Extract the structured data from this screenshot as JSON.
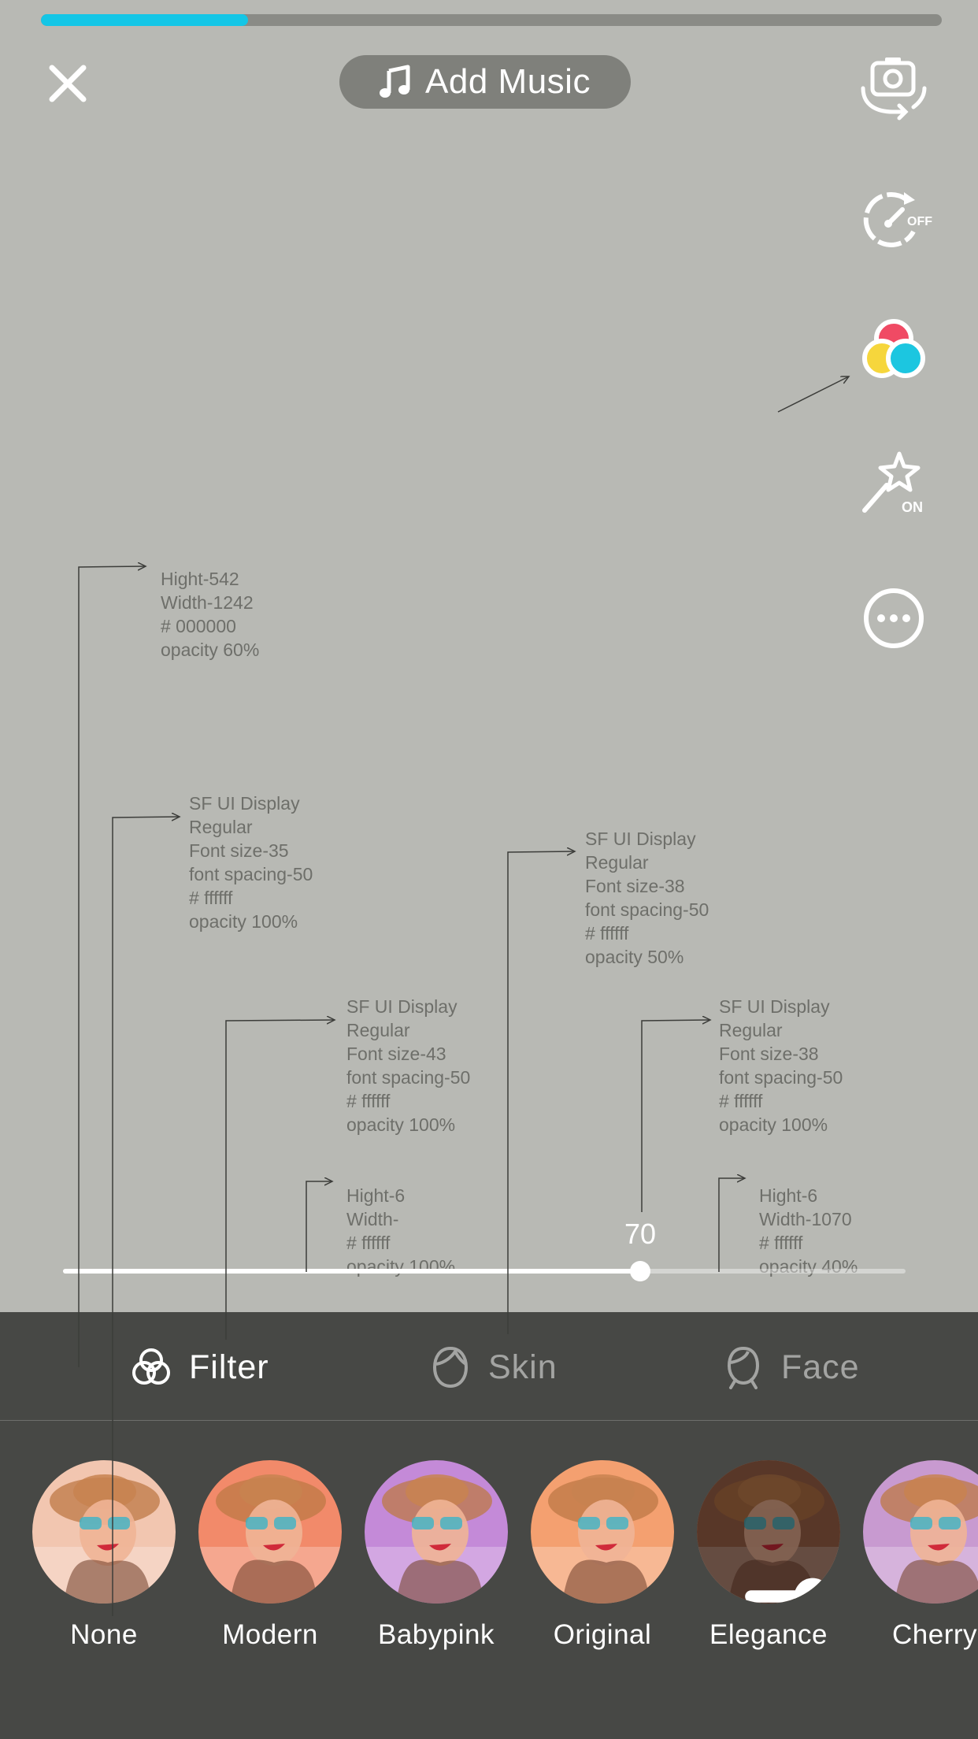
{
  "progress": {
    "fraction": 0.23,
    "color": "#14c6e6"
  },
  "top_bar": {
    "close_icon": "close-icon",
    "music_label": "Add Music",
    "music_icon": "music-note-icon"
  },
  "tools": [
    {
      "name": "flip-camera",
      "icon": "camera-flip-icon"
    },
    {
      "name": "speed",
      "icon": "speed-timer-icon",
      "badge": "OFF"
    },
    {
      "name": "color-filter",
      "icon": "color-circles-icon"
    },
    {
      "name": "beauty",
      "icon": "magic-wand-icon",
      "badge": "ON"
    },
    {
      "name": "more",
      "icon": "more-dots-icon"
    }
  ],
  "annotations": [
    {
      "lines": [
        "Hight-542",
        "Width-1242",
        "# 000000",
        "opacity 60%"
      ]
    },
    {
      "lines": [
        "SF UI Display",
        "Regular",
        "Font size-35",
        "font spacing-50",
        "# ffffff",
        "opacity 100%"
      ]
    },
    {
      "lines": [
        "SF UI Display",
        "Regular",
        "Font size-38",
        "font spacing-50",
        "# ffffff",
        "opacity 50%"
      ]
    },
    {
      "lines": [
        "SF UI Display",
        "Regular",
        "Font size-43",
        "font spacing-50",
        "# ffffff",
        "opacity 100%"
      ]
    },
    {
      "lines": [
        "SF UI Display",
        "Regular",
        "Font size-38",
        "font spacing-50",
        "# ffffff",
        "opacity 100%"
      ]
    },
    {
      "lines": [
        "Hight-6",
        "Width-",
        "# ffffff",
        "opacity 100%"
      ]
    },
    {
      "lines": [
        "Hight-6",
        "Width-1070",
        "# ffffff",
        "opacity 40%"
      ]
    }
  ],
  "slider": {
    "value": "70",
    "fraction": 0.7
  },
  "tabs": [
    {
      "label": "Filter",
      "icon": "filter-rings-icon",
      "active": true
    },
    {
      "label": "Skin",
      "icon": "skin-face-icon",
      "active": false
    },
    {
      "label": "Face",
      "icon": "face-shape-icon",
      "active": false
    }
  ],
  "filters": [
    {
      "label": "None",
      "tint": "#f2c6b0"
    },
    {
      "label": "Modern",
      "tint": "#f28a6a"
    },
    {
      "label": "Babypink",
      "tint": "#c48ad8"
    },
    {
      "label": "Original",
      "tint": "#f4a070"
    },
    {
      "label": "Elegance",
      "tint": "#a0644a",
      "selected": true
    },
    {
      "label": "Cherry",
      "tint": "#c89ad0"
    }
  ]
}
